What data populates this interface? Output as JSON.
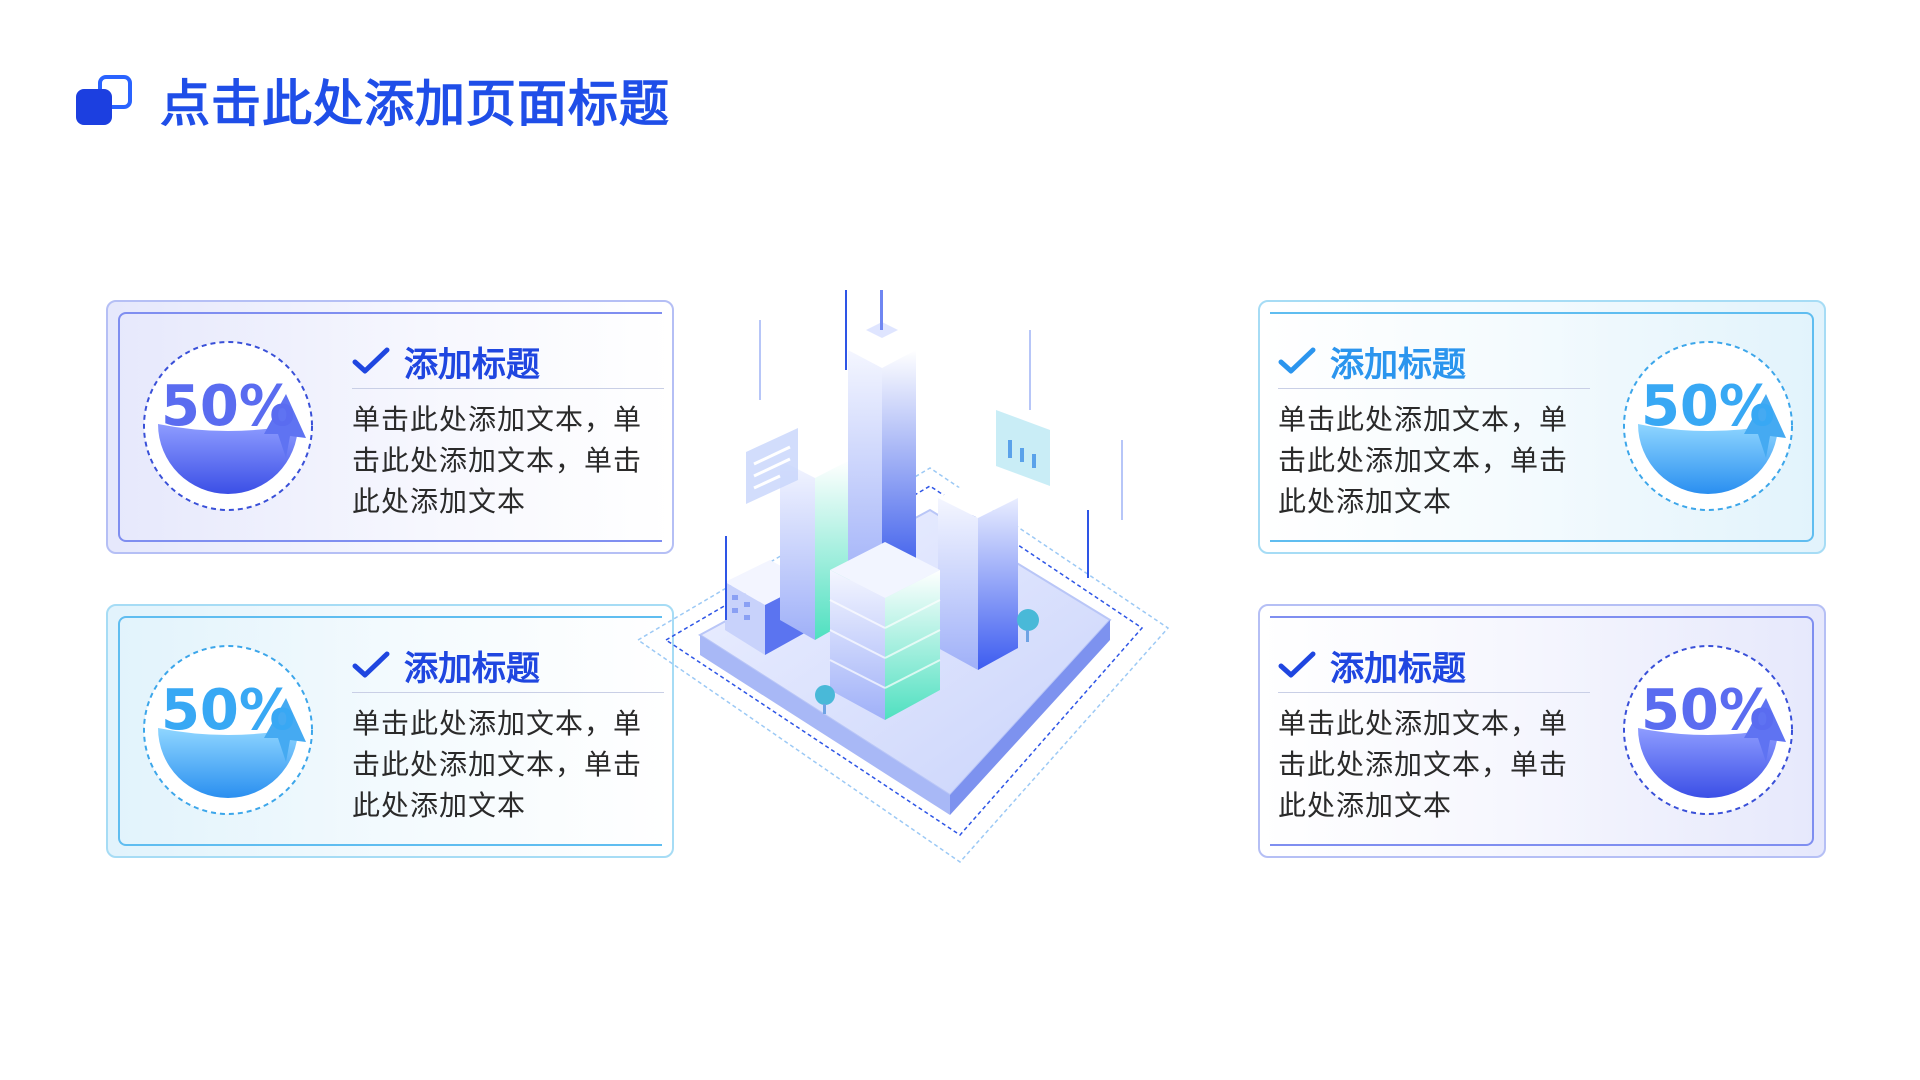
{
  "header": {
    "title": "点击此处添加页面标题"
  },
  "cards": [
    {
      "percent": "50%",
      "heading": "添加标题",
      "body": "单击此处添加文本，单击此处添加文本，单击此处添加文本"
    },
    {
      "percent": "50%",
      "heading": "添加标题",
      "body": "单击此处添加文本，单击此处添加文本，单击此处添加文本"
    },
    {
      "percent": "50%",
      "heading": "添加标题",
      "body": "单击此处添加文本，单击此处添加文本，单击此处添加文本"
    },
    {
      "percent": "50%",
      "heading": "添加标题",
      "body": "单击此处添加文本，单击此处添加文本，单击此处添加文本"
    }
  ],
  "colors": {
    "primary": "#1f4ee8",
    "violet": "#5a6cf0",
    "cyan": "#38a8f4",
    "violet_border": "#7f8ef0",
    "cyan_border": "#5fbdf0"
  },
  "icons": {
    "title": "overlapping-squares-icon",
    "heading": "check-icon",
    "illustration": "isometric-city-illustration"
  }
}
